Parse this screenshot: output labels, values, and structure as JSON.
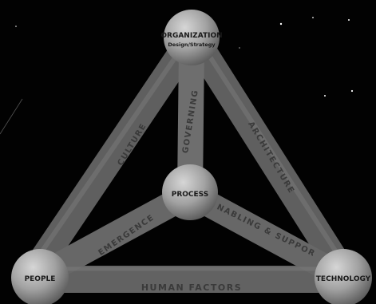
{
  "nodes": {
    "top": {
      "title": "ORGANIZATION",
      "subtitle": "Design/Strategy"
    },
    "center": {
      "title": "PROCESS"
    },
    "bottom_left": {
      "title": "PEOPLE"
    },
    "bottom_right": {
      "title": "TECHNOLOGY"
    }
  },
  "edges": {
    "left": "CULTURE",
    "right": "ARCHITECTURE",
    "vertical": "GOVERNING",
    "lower_left": "EMERGENCE",
    "lower_right": "ENABLING & SUPPORT",
    "bottom": "HUMAN FACTORS"
  },
  "colors": {
    "background": "#020202",
    "bar": "#6a6a6a",
    "sphere": "#a9a9a9",
    "label_dark": "#1a1a1a"
  }
}
